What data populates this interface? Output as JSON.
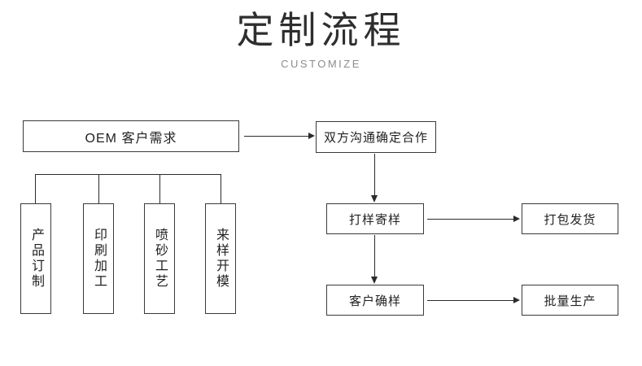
{
  "header": {
    "title": "定制流程",
    "subtitle": "CUSTOMIZE"
  },
  "flow": {
    "start_box": "OEM 客户需求",
    "branch_boxes": [
      {
        "label": "产品订制"
      },
      {
        "label": "印刷加工"
      },
      {
        "label": "喷砂工艺"
      },
      {
        "label": "来样开模"
      }
    ],
    "right_column": [
      {
        "label": "双方沟通确定合作"
      },
      {
        "label": "打样寄样"
      },
      {
        "label": "客户确样"
      }
    ],
    "far_right_column": [
      {
        "label": "打包发货"
      },
      {
        "label": "批量生产"
      }
    ]
  },
  "colors": {
    "background": "#ffffff",
    "box_border": "#3a3a3a",
    "connector": "#2b2b2b",
    "title_text": "#2e2e2e",
    "subtitle_text": "#8c8c8c",
    "box_text": "#1f1f1f"
  }
}
